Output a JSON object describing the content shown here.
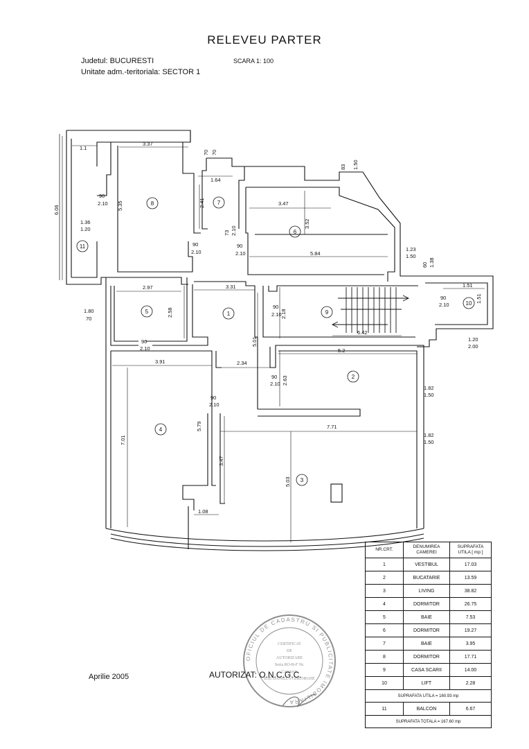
{
  "header": {
    "title": "RELEVEU  PARTER",
    "county": "Judetul: BUCURESTI",
    "scale": "SCARA  1: 100",
    "admin_unit": "Unitate adm.-teritoriala: SECTOR 1"
  },
  "footer": {
    "date": "Aprilie  2005",
    "authorized": "AUTORIZAT: O.N.C.G.C."
  },
  "plan": {
    "room_numbers": [
      "1",
      "2",
      "3",
      "4",
      "5",
      "6",
      "7",
      "8",
      "9",
      "10",
      "11"
    ],
    "dimensions": {
      "d_1_1": "1.1",
      "d_3_37": "3.37",
      "d_70": "70",
      "d_70b": "70",
      "d_83": "83",
      "d_1_50a": "1.50",
      "d_1_64": "1.64",
      "d_3_47a": "3.47",
      "d_6_06": "6.06",
      "d_5_35": "5.35",
      "d_90a": "90",
      "d_2_10a": "2.10",
      "d_2_41": "2.41",
      "d_73": "73",
      "d_2_10b": "2.10",
      "d_3_52": "3.52",
      "d_1_36": "1.36",
      "d_1_20a": "1.20",
      "d_90b": "90",
      "d_2_10c": "2.10",
      "d_90c": "90",
      "d_2_10d": "2.10",
      "d_5_84": "5.84",
      "d_1_23": "1.23",
      "d_1_50b": "1.50",
      "d_60": "60",
      "d_1_38": "1.38",
      "d_2_97": "2.97",
      "d_3_31": "3.31",
      "d_1_51a": "1.51",
      "d_90d": "90",
      "d_2_10e": "2.10",
      "d_1_51b": "1.51",
      "d_1_80": "1.80",
      "d_70c": "70",
      "d_2_58": "2.58",
      "d_90e": "90",
      "d_2_10f": "2.10",
      "d_2_18": "2.18",
      "d_6_42": "6.42",
      "d_1_20b": "1.20",
      "d_2_00": "2.00",
      "d_90f": "90",
      "d_2_10g": "2.10",
      "d_5_01": "5.01",
      "d_5_2": "5.2",
      "d_3_91": "3.91",
      "d_2_34": "2.34",
      "d_90g": "90",
      "d_2_10h": "2.10",
      "d_2_63": "2.63",
      "d_1_82a": "1.82",
      "d_1_50c": "1.50",
      "d_90h": "90",
      "d_2_10i": "2.10",
      "d_7_71": "7.71",
      "d_1_82b": "1.82",
      "d_1_50d": "1.50",
      "d_7_01": "7.01",
      "d_5_79": "5.79",
      "d_3_47b": "3.47",
      "d_5_03": "5.03",
      "d_1_08": "1.08"
    }
  },
  "table": {
    "headers": [
      "NR.CRT.",
      "DENUMIREA CAMEREI",
      "SUPRAFATA UTILA [ mp ]"
    ],
    "rows": [
      {
        "nr": "1",
        "name": "VESTIBUL",
        "area": "17.03"
      },
      {
        "nr": "2",
        "name": "BUCATARIE",
        "area": "13.59"
      },
      {
        "nr": "3",
        "name": "LIVING",
        "area": "38.82"
      },
      {
        "nr": "4",
        "name": "DORMITOR",
        "area": "26.75"
      },
      {
        "nr": "5",
        "name": "BAIE",
        "area": "7.53"
      },
      {
        "nr": "6",
        "name": "DORMITOR",
        "area": "19.27"
      },
      {
        "nr": "7",
        "name": "BAIE",
        "area": "3.95"
      },
      {
        "nr": "8",
        "name": "DORMITOR",
        "area": "17.71"
      },
      {
        "nr": "9",
        "name": "CASA SCARII",
        "area": "14.00"
      },
      {
        "nr": "10",
        "name": "LIFT",
        "area": "2.28"
      }
    ],
    "subtotal": "SUPRAFATA UTILA = 160.93 mp",
    "balcony": {
      "nr": "11",
      "name": "BALCON",
      "area": "6.67"
    },
    "total": "SUPRAFATA TOTALA = 167.60 mp"
  },
  "stamp": {
    "ring_text": "OFICIUL DE CADASTRU SI PUBLICITATE IMOBILIARA",
    "inner_lines": [
      "CERTIFICAT",
      "DE",
      "AUTORIZARE",
      "Seria RO-B-F Nr.",
      "Categoria",
      "ILIE DANIELA GHEORGHE"
    ]
  },
  "colors": {
    "ink": "#111111",
    "paper": "#ffffff"
  }
}
